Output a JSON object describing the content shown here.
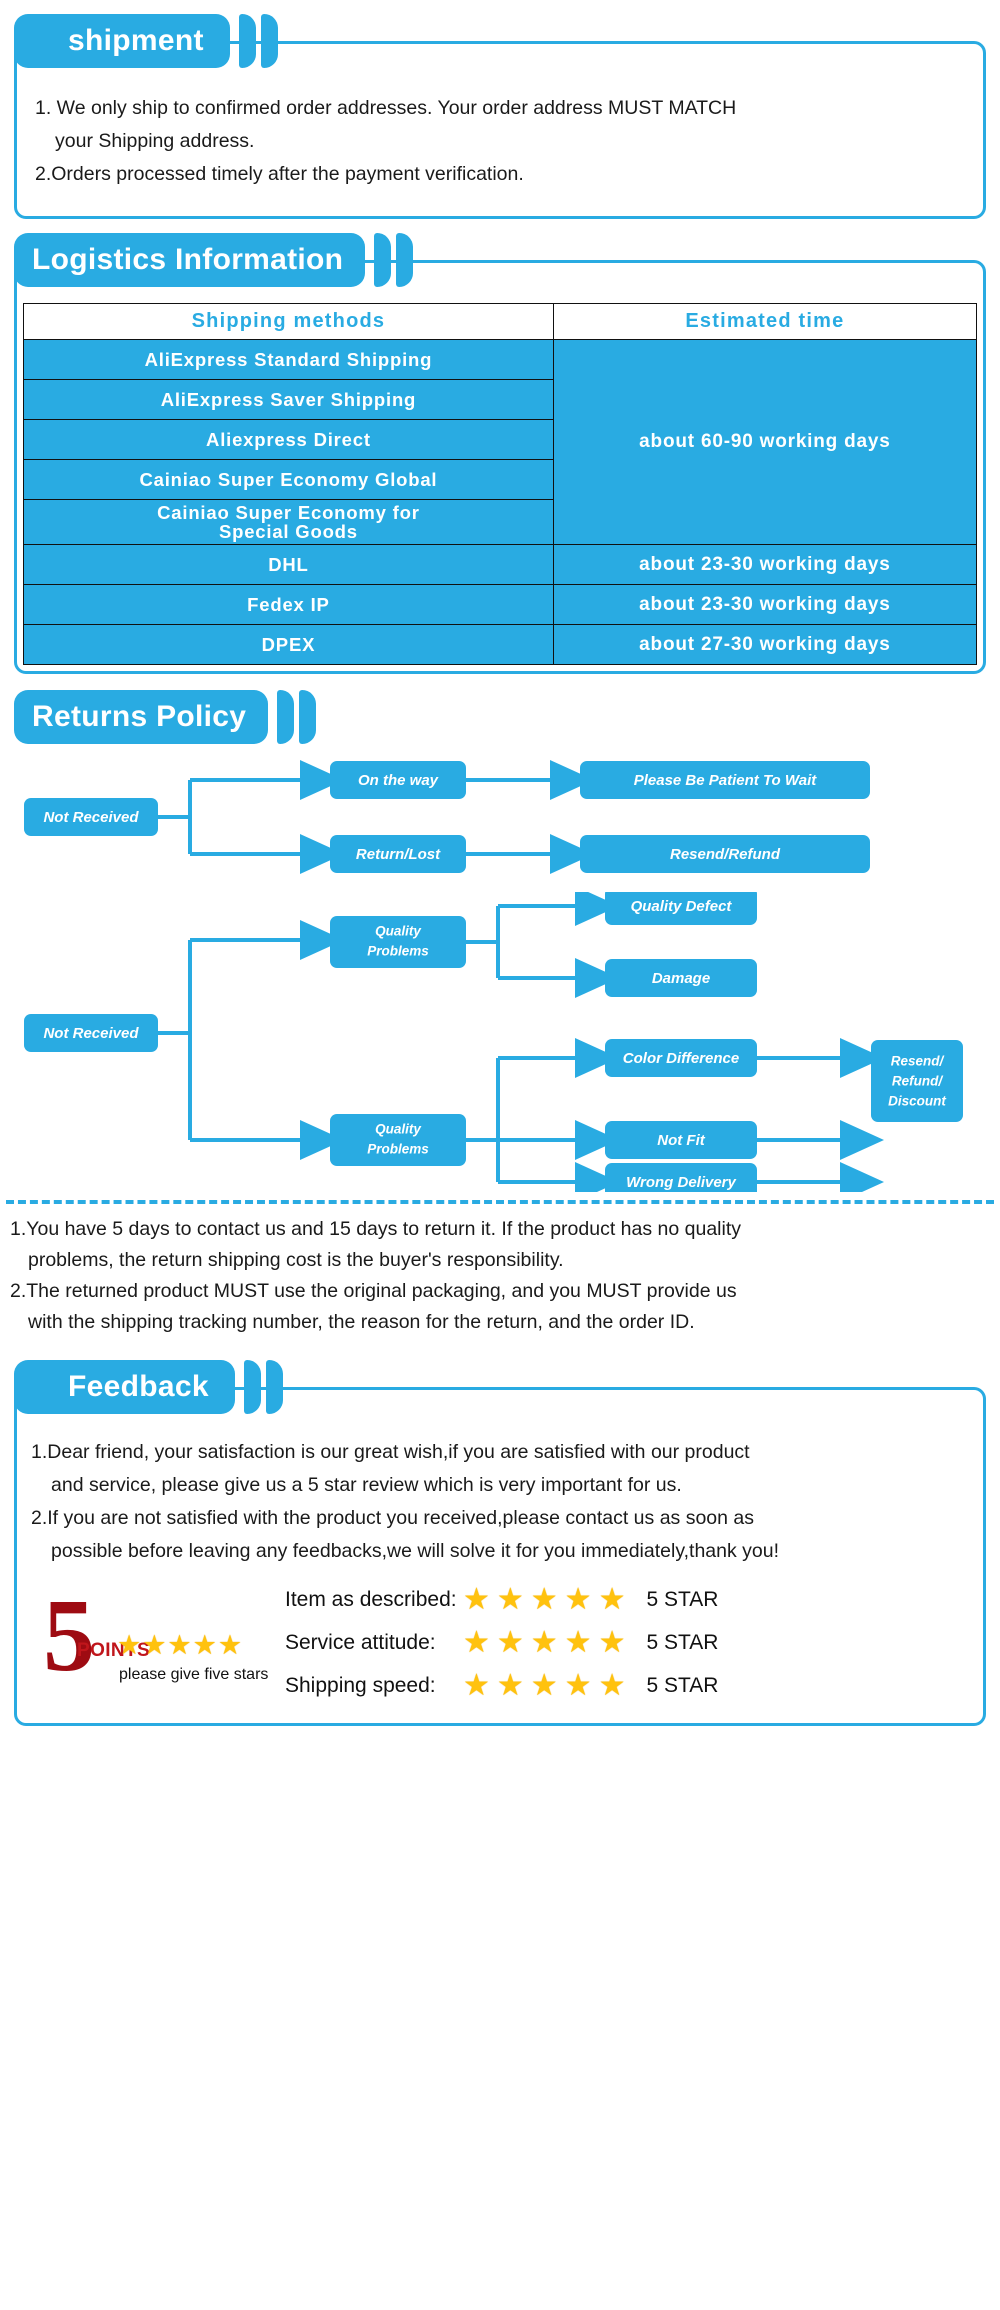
{
  "shipment": {
    "title": "shipment",
    "lines": [
      "1. We only ship to confirmed order addresses. Your order address MUST MATCH",
      "your Shipping address.",
      "2.Orders processed timely after the payment verification."
    ]
  },
  "logistics": {
    "title": "Logistics Information",
    "columns": [
      "Shipping  methods",
      "Estimated  time"
    ],
    "rows": [
      {
        "method": "AliExpress  Standard  Shipping",
        "time": "",
        "time_span": true
      },
      {
        "method": "AliExpress  Saver  Shipping",
        "time": ""
      },
      {
        "method": "Aliexpress  Direct",
        "time": ""
      },
      {
        "method": "Cainiao  Super  Economy  Global",
        "time": ""
      },
      {
        "method": "Cainiao  Super  Economy  for\nSpecial  Goods",
        "time": ""
      },
      {
        "method": "DHL",
        "time": "about  23-30  working  days"
      },
      {
        "method": "Fedex  IP",
        "time": "about  23-30  working  days"
      },
      {
        "method": "DPEX",
        "time": "about  27-30  working  days"
      }
    ],
    "grouped_time": "about  60-90  working  days",
    "grouped_time_rowspan": 5
  },
  "returns": {
    "title": "Returns Policy",
    "diagram_top": {
      "root": "Not Received",
      "branches": [
        {
          "mid": "On the way",
          "end": "Please Be Patient To Wait"
        },
        {
          "mid": "Return/Lost",
          "end": "Resend/Refund"
        }
      ]
    },
    "diagram_bottom": {
      "root": "Not Received",
      "groups": [
        {
          "mid": "Quality\nProblems",
          "mid_line1": "Quality",
          "mid_line2": "Problems",
          "leaves": [
            "Quality Defect",
            "Damage"
          ],
          "end": ""
        },
        {
          "mid": "Quality\nProblems",
          "mid_line1": "Quality",
          "mid_line2": "Problems",
          "leaves": [
            "Color Difference",
            "Not Fit",
            "Wrong Delivery"
          ],
          "end_line1": "Resend/",
          "end_line2": "Refund/",
          "end_line3": "Discount"
        }
      ]
    },
    "notes": [
      "1.You have 5 days to contact us and 15 days to return it. If the product has no quality",
      "problems, the return shipping cost is the buyer's responsibility.",
      "2.The returned product MUST use the original packaging, and you MUST provide us",
      "with the shipping tracking number, the reason for the return, and the order ID."
    ]
  },
  "feedback": {
    "title": "Feedback",
    "lines": [
      "1.Dear friend, your satisfaction is our great wish,if you are satisfied with our product",
      "and service, please give us a 5 star review which is very important for us.",
      "2.If you are not satisfied with the product you received,please contact us as soon as",
      "possible before leaving any feedbacks,we will solve it for you immediately,thank you!"
    ],
    "badge": {
      "number": "5",
      "word": "POINTS",
      "stars": "★★★★★",
      "caption": "please give five stars"
    },
    "ratings": [
      {
        "label": "Item as described:",
        "stars": "★★★★★",
        "value": "5 STAR"
      },
      {
        "label": "Service attitude:",
        "stars": "★★★★★",
        "value": "5 STAR"
      },
      {
        "label": "Shipping speed:",
        "stars": "★★★★★",
        "value": "5 STAR"
      }
    ]
  },
  "colors": {
    "brand_blue": "#29ABE2",
    "star_yellow": "#FFC20E",
    "badge_red": "#9E0B12"
  }
}
